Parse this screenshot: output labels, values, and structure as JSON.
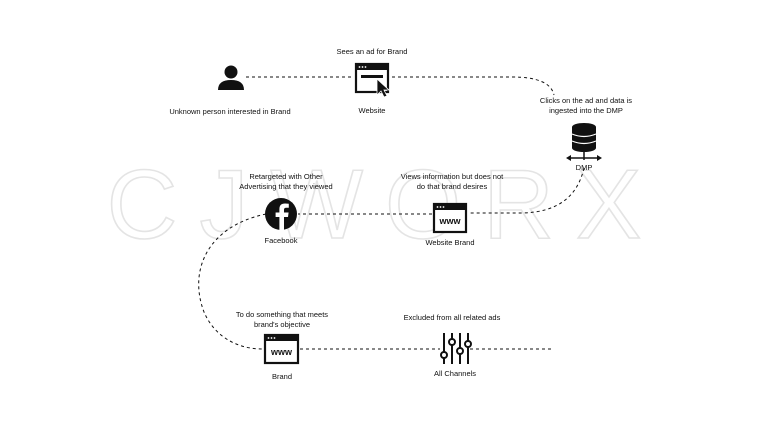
{
  "watermark": {
    "text": "CJWORX",
    "color": "#e6e6e6"
  },
  "nodes": {
    "person": {
      "icon": "person-icon",
      "label": "Unknown person interested in Brand"
    },
    "website": {
      "icon": "browser-cursor-icon",
      "caption_above": "Sees an ad for Brand",
      "label": "Website"
    },
    "dmp": {
      "icon": "database-icon",
      "caption_above": "Clicks on the ad and data is ingested into the DMP",
      "label": "DMP"
    },
    "website_brand": {
      "icon": "www-browser-icon",
      "caption_above": "Views information but does not do that brand desires",
      "label": "Website Brand",
      "icon_text": "www"
    },
    "facebook": {
      "icon": "facebook-icon",
      "caption_above": "Retargeted with Other Advertising that they viewed",
      "label": "Facebook"
    },
    "brand": {
      "icon": "www-browser-icon",
      "caption_above": "To do something that meets brand's objective",
      "label": "Brand",
      "icon_text": "www"
    },
    "all_channels": {
      "icon": "sliders-icon",
      "caption_above": "Excluded from all related ads",
      "label": "All Channels"
    }
  },
  "colors": {
    "line": "#111111",
    "icon": "#111111",
    "facebook_bg": "#111111"
  }
}
